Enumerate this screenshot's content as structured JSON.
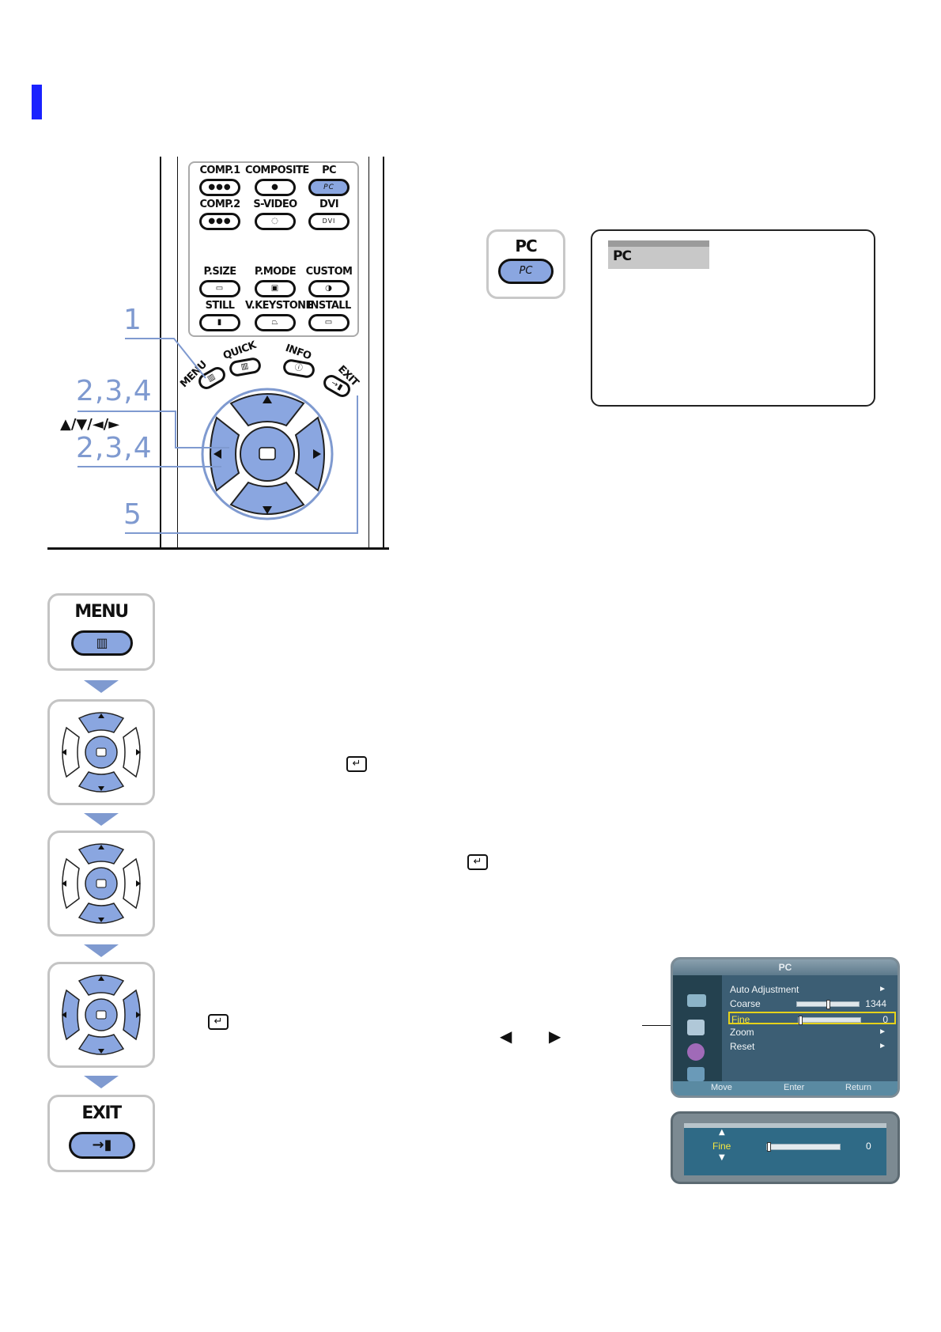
{
  "remote": {
    "rows": [
      [
        {
          "label": "COMP.1",
          "icon": "●●●"
        },
        {
          "label": "COMPOSITE",
          "icon": "●"
        },
        {
          "label": "PC",
          "icon": "PC"
        }
      ],
      [
        {
          "label": "COMP.2",
          "icon": "●●●"
        },
        {
          "label": "S-VIDEO",
          "icon": "◌"
        },
        {
          "label": "DVI",
          "icon": "DVI"
        }
      ],
      [
        {
          "label": "P.SIZE",
          "icon": "▭"
        },
        {
          "label": "P.MODE",
          "icon": "▣"
        },
        {
          "label": "CUSTOM",
          "icon": "◑"
        }
      ],
      [
        {
          "label": "STILL",
          "icon": "▮"
        },
        {
          "label": "V.KEYSTONE",
          "icon": "⏢"
        },
        {
          "label": "INSTALL",
          "icon": "▭"
        }
      ]
    ],
    "menu_label": "MENU",
    "quick_label": "QUICK",
    "info_label": "INFO",
    "exit_label": "EXIT",
    "callouts": {
      "c1": "1",
      "c2": "2,3,4",
      "arrows": "▲/▼/◄/►",
      "c3": "2,3,4",
      "c5": "5"
    }
  },
  "pc_button": {
    "label": "PC",
    "icon": "PC"
  },
  "osd_source": {
    "tab": "PC"
  },
  "steps": {
    "menu_label": "MENU",
    "exit_label": "EXIT"
  },
  "tv_menu": {
    "title": "PC",
    "items": [
      {
        "label": "Auto Adjustment",
        "arrow": "►"
      },
      {
        "label": "Coarse",
        "value": "1344",
        "level": 0.5
      },
      {
        "label": "Fine",
        "value": "0",
        "level": 0.0
      },
      {
        "label": "Zoom",
        "arrow": "►"
      },
      {
        "label": "Reset",
        "arrow": "►"
      }
    ],
    "footer": [
      "Move",
      "Enter",
      "Return"
    ]
  },
  "fine_popup": {
    "label": "Fine",
    "value": "0",
    "up": "▲",
    "down": "▼"
  },
  "enter_glyph": "↵",
  "left_arrow": "◀",
  "right_arrow": "▶"
}
